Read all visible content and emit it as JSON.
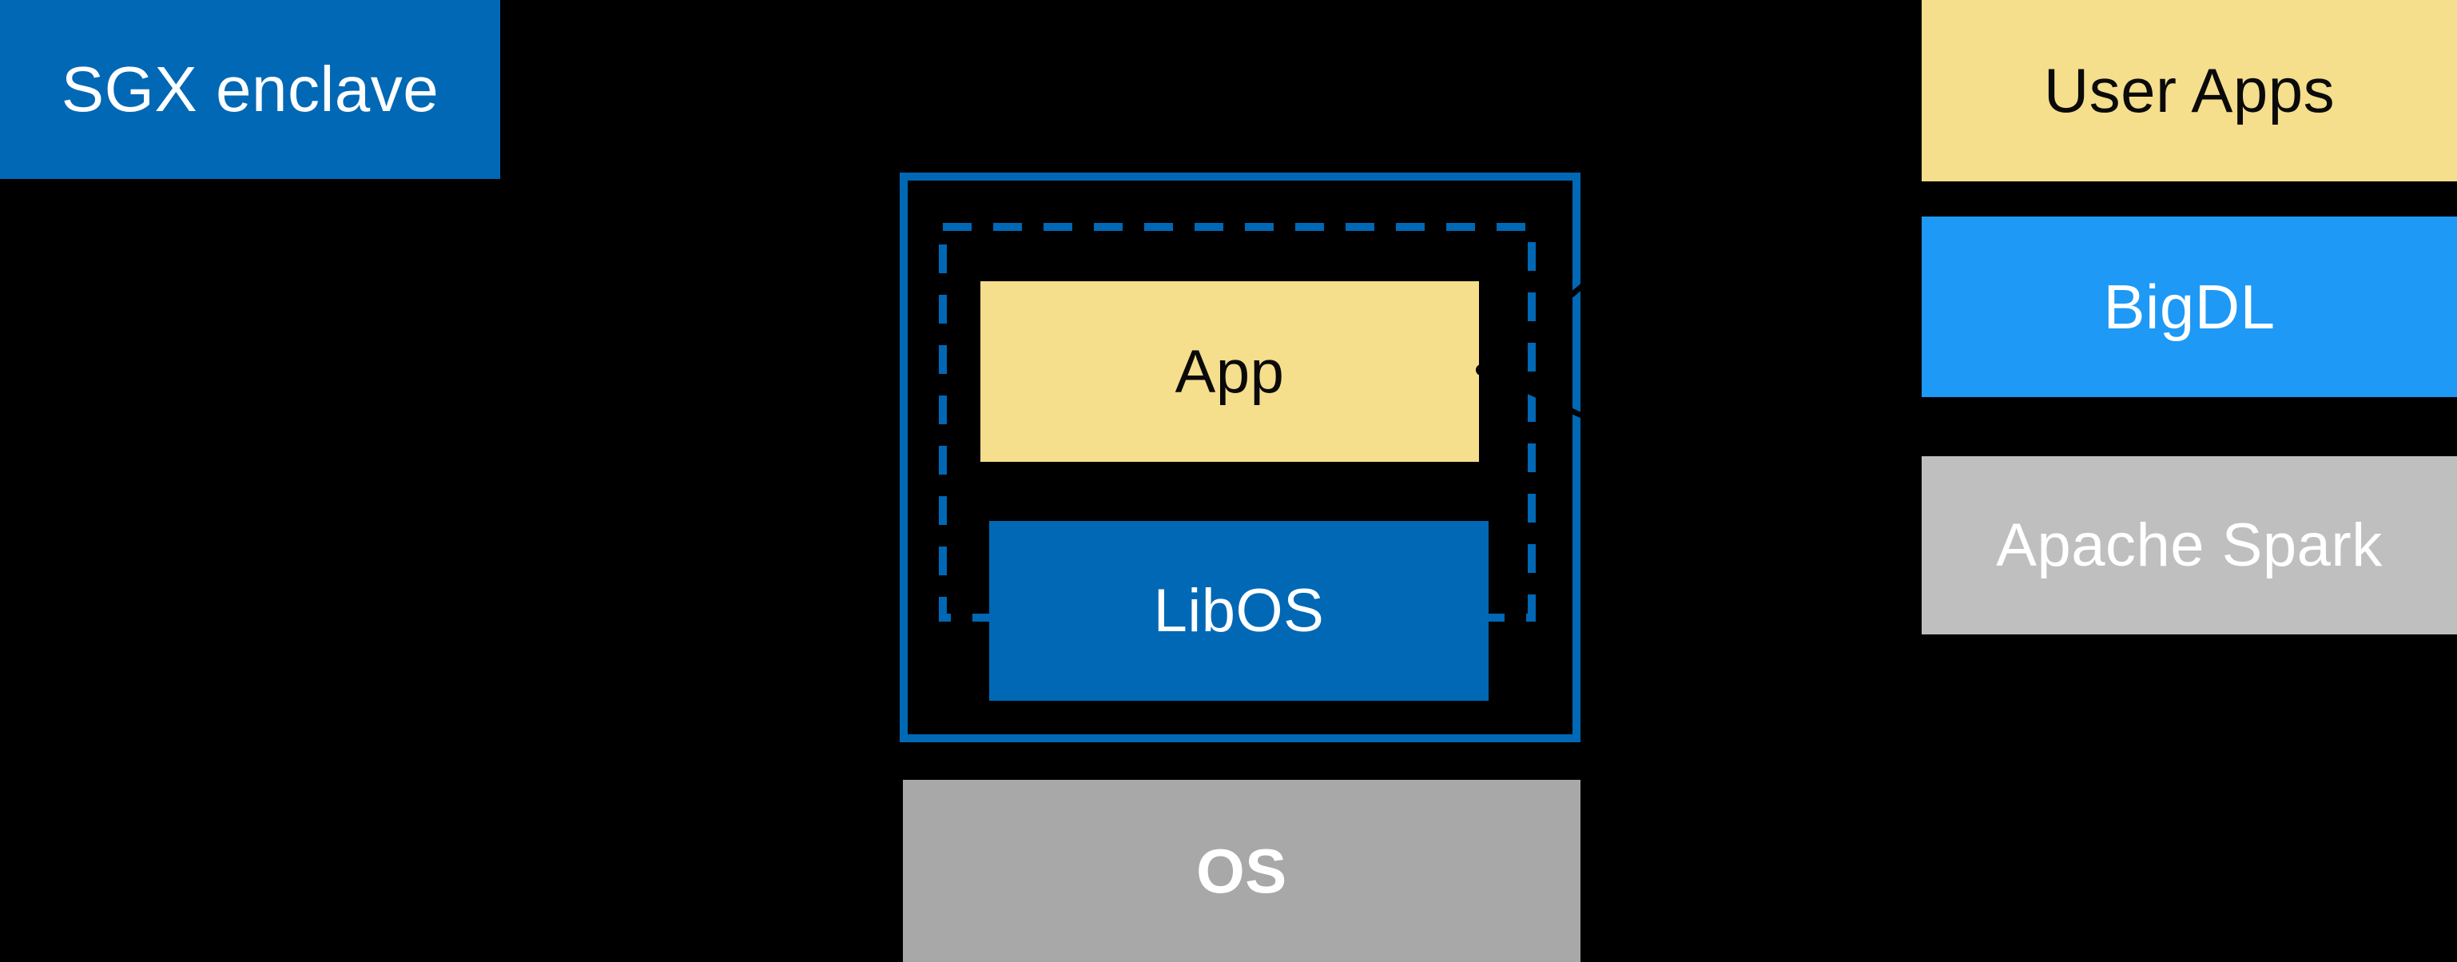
{
  "diagram": {
    "title_semantic": "SGX enclave LibOS architecture with BigDL stack",
    "background_color": "#000000",
    "colors": {
      "intel_blue": "#0068B5",
      "bright_blue": "#1E99F5",
      "pale_yellow": "#F5DE8C",
      "os_gray": "#A8A8A8",
      "spark_gray": "#BFBFBF",
      "callout_black": "#000000",
      "text_white": "#ffffff",
      "text_black": "#0a0a0a"
    },
    "sgx": {
      "label": "SGX enclave"
    },
    "enclave": {
      "app_label": "App",
      "libos_label": "LibOS"
    },
    "os": {
      "label": "OS"
    },
    "right_stack": [
      {
        "label": "User Apps"
      },
      {
        "label": "BigDL"
      },
      {
        "label": "Apache Spark"
      }
    ]
  }
}
